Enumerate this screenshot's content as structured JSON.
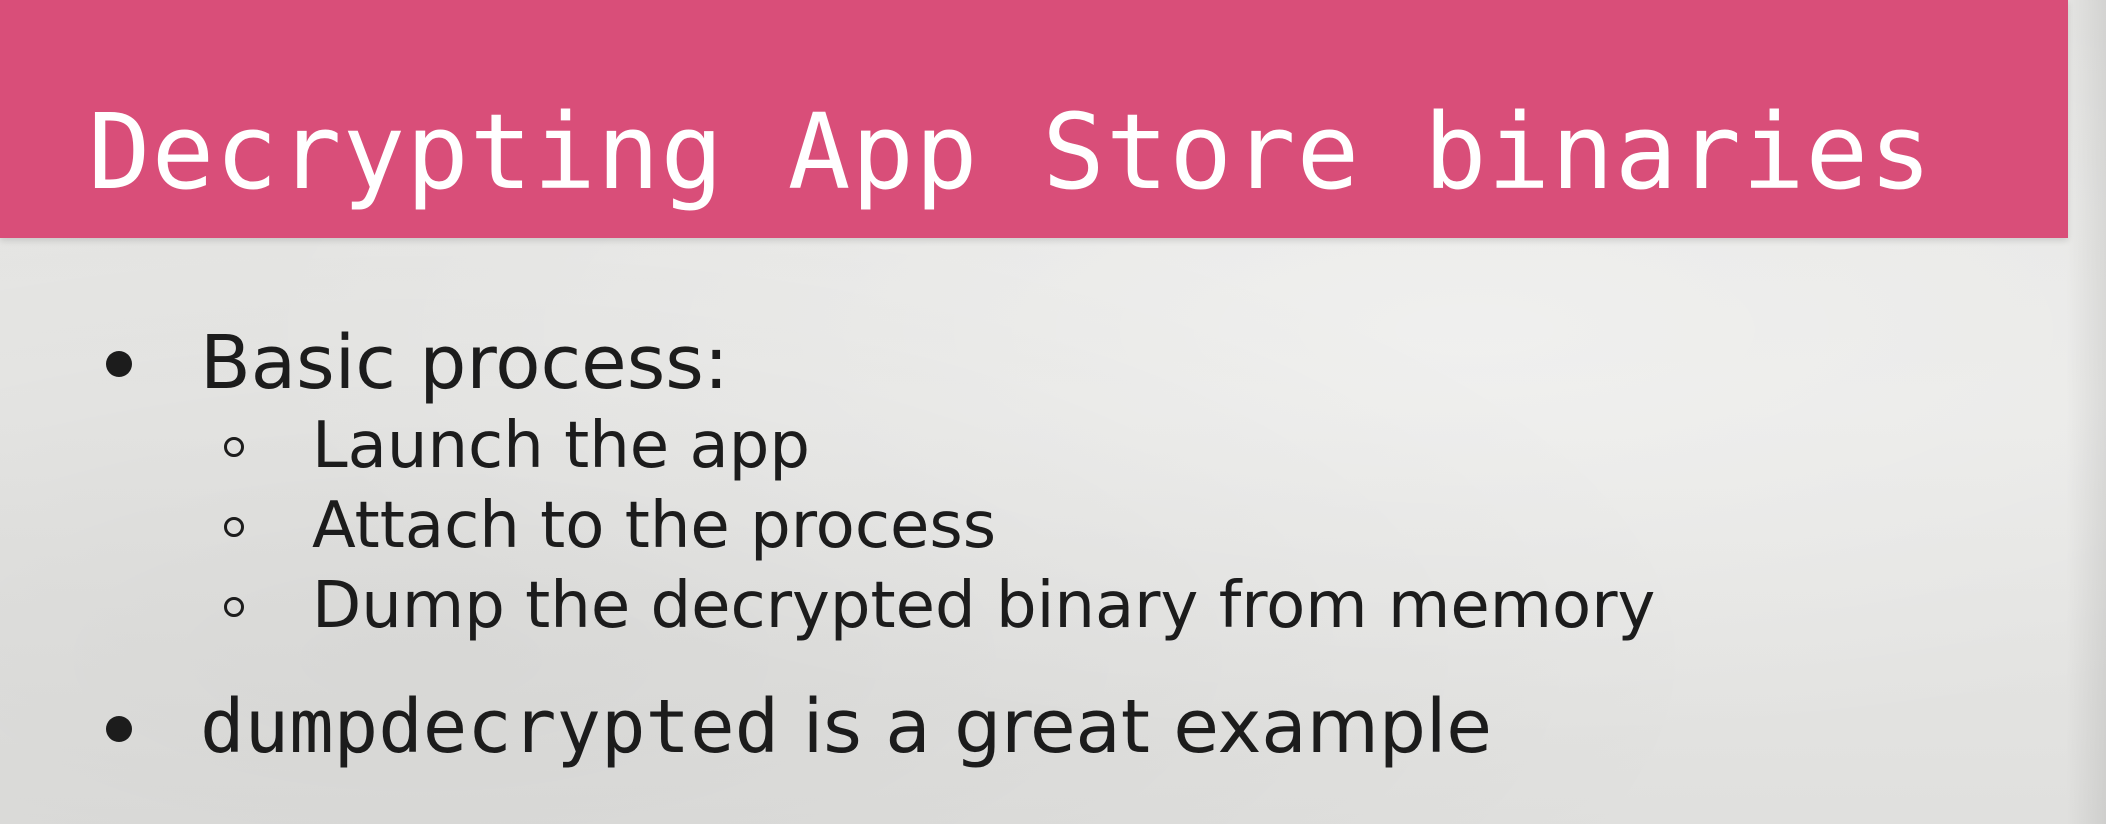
{
  "title": "Decrypting App Store binaries",
  "bullets": [
    {
      "text": "Basic process:",
      "sub_items": [
        "Launch the app",
        "Attach to the process",
        "Dump the decrypted binary from memory"
      ]
    },
    {
      "code": "dumpdecrypted",
      "text": " is a great example"
    }
  ],
  "colors": {
    "title_bar": "#d94e79",
    "title_text": "#ffffff",
    "background": "#e6e6e4",
    "body_text": "#1c1c1c"
  }
}
